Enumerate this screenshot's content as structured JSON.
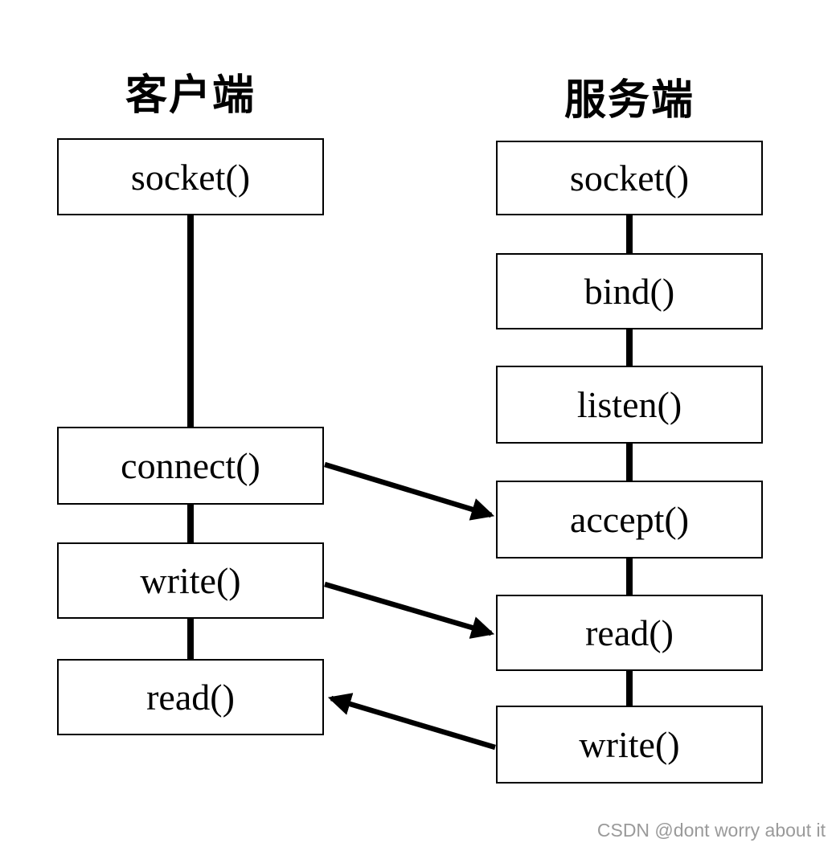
{
  "diagram": {
    "client": {
      "title": "客户端",
      "nodes": [
        {
          "label": "socket()"
        },
        {
          "label": "connect()"
        },
        {
          "label": "write()"
        },
        {
          "label": "read()"
        }
      ]
    },
    "server": {
      "title": "服务端",
      "nodes": [
        {
          "label": "socket()"
        },
        {
          "label": "bind()"
        },
        {
          "label": "listen()"
        },
        {
          "label": "accept()"
        },
        {
          "label": "read()"
        },
        {
          "label": "write()"
        }
      ]
    },
    "arrows": [
      {
        "from": "client connect()",
        "to": "server accept()"
      },
      {
        "from": "client write()",
        "to": "server read()"
      },
      {
        "from": "server write()",
        "to": "client read()"
      }
    ],
    "colors": {
      "line": "#000000",
      "background": "#ffffff",
      "watermark": "#9a9a9a"
    }
  },
  "watermark": {
    "text": "CSDN @dont worry about it"
  }
}
